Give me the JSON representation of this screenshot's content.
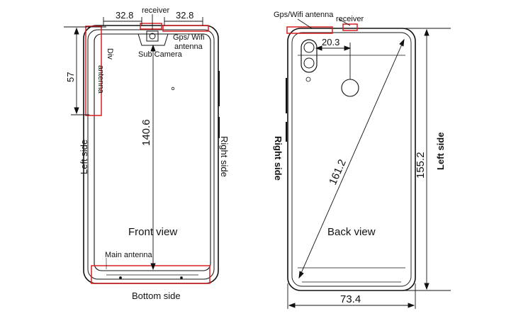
{
  "front": {
    "dim_top_left": "32.8",
    "dim_top_right": "32.8",
    "receiver": "receiver",
    "gps_wifi_line1": "Gps/ Wifi",
    "gps_wifi_line2": "antenna",
    "sub_camera": "Sub Camera",
    "div_antenna_line1": "Div",
    "div_antenna_line2": "antenna",
    "dim_57": "57",
    "dim_height": "140.6",
    "left_side": "Left  side",
    "right_side": "Right side",
    "view_label": "Front view",
    "main_antenna": "Main antenna",
    "bottom_side": "Bottom side"
  },
  "back": {
    "gps_wifi_antenna": "Gps/Wifi antenna",
    "receiver": "receiver",
    "dim_camera": "20.3",
    "right_side": "Right side",
    "dim_diagonal": "161.2",
    "dim_height": "155.2",
    "left_side": "Left  side",
    "view_label": "Back view",
    "dim_width": "73.4"
  },
  "colors": {
    "line": "#111111",
    "antenna_highlight": "#d62020"
  }
}
